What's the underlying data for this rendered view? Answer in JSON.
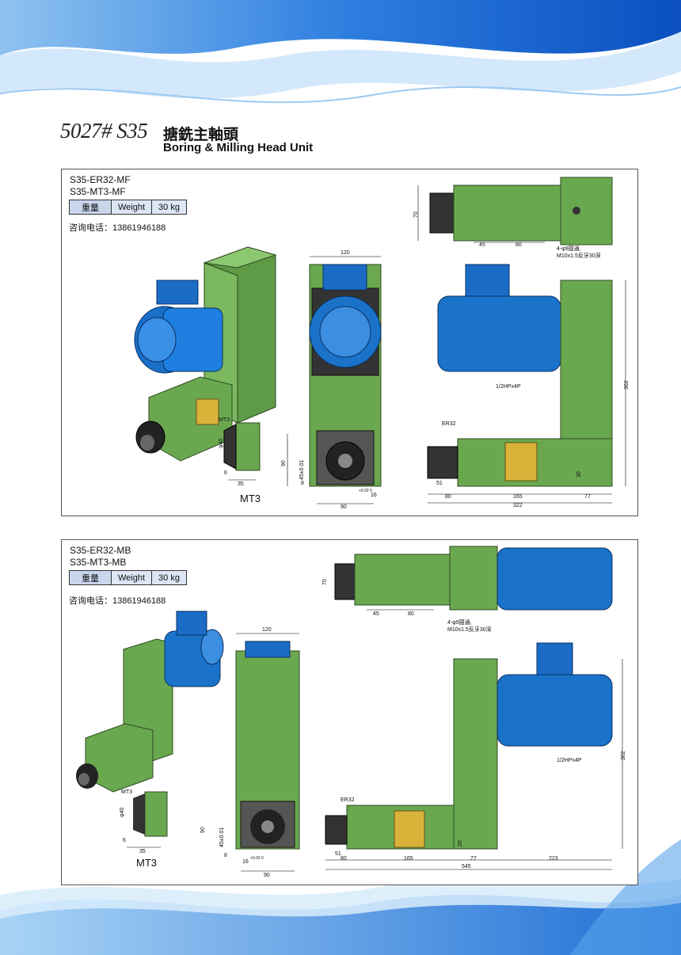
{
  "header": {
    "model_code": "5027# S35",
    "title_cn": "搪銑主軸頭",
    "title_en": "Boring & Milling Head Unit"
  },
  "panels": [
    {
      "model_line1": "S35-ER32-MF",
      "model_line2": "S35-MT3-MF",
      "weight_cn": "重量",
      "weight_en": "Weight",
      "weight_value": "30 kg",
      "contact": "咨询电话：13861946188",
      "dims": {
        "d70": "70",
        "d45": "45",
        "d80a": "80",
        "hole_note1": "4-φ9圓通,",
        "hole_note2": "M10x1.5反牙30深",
        "d120": "120",
        "motor": "1/2HPx4P",
        "d362": "362",
        "d30": "30",
        "er32": "ER32",
        "mt3_small": "MT3",
        "d40": "φ40",
        "d6": "6",
        "d35": "35",
        "d90": "90",
        "d45b": "45±0.01",
        "d8": "8",
        "d16": "16",
        "tol": "+0.02 0",
        "d90b": "90",
        "d51": "51",
        "d80": "80",
        "d165": "165",
        "d77": "77",
        "d322": "322",
        "mt3_label": "MT3"
      }
    },
    {
      "model_line1": "S35-ER32-MB",
      "model_line2": "S35-MT3-MB",
      "weight_cn": "重量",
      "weight_en": "Weight",
      "weight_value": "30 kg",
      "contact": "咨询电话：13861946188",
      "dims": {
        "d70": "70",
        "d45": "45",
        "d80a": "80",
        "hole_note1": "4-φ9圓通,",
        "hole_note2": "M10x1.5反牙30深",
        "d120": "120",
        "motor": "1/2HPx4P",
        "d362": "362",
        "d20": "20",
        "er32": "ER32",
        "mt3_small": "MT3",
        "d40": "φ40",
        "d6": "6",
        "d35": "35",
        "d90": "90",
        "d45b": "45±0.01",
        "d8": "8",
        "d16": "16",
        "tol": "+0.02 0",
        "d90b": "90",
        "d51": "51",
        "d80": "80",
        "d165": "165",
        "d77": "77",
        "d223": "223",
        "d545": "545",
        "mt3_label": "MT3"
      }
    }
  ],
  "colors": {
    "machine_green": "#6aa84f",
    "motor_blue": "#1a73c8",
    "plate_yellow": "#d9b23a",
    "wave_blue": "#1e63c8"
  }
}
